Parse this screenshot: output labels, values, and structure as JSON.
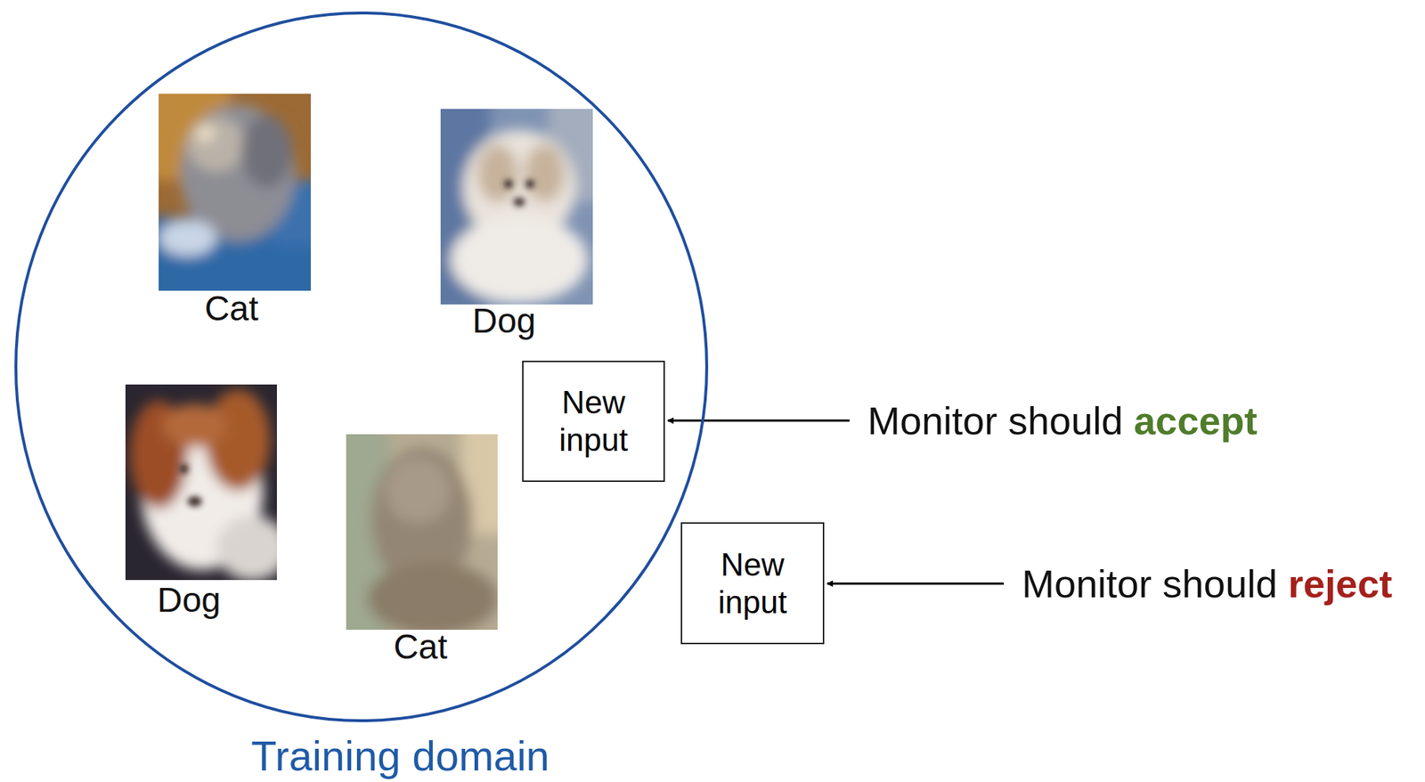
{
  "diagram": {
    "nodes": [
      {
        "text": [
          "Training domain"
        ]
      },
      {
        "text": [
          "New input"
        ],
        "in": 0
      },
      {
        "text": [
          "New input"
        ]
      }
    ],
    "labels": [
      "Cat",
      "Dog",
      "Dog",
      "Cat",
      "Monitor should",
      "accept",
      "Monitor should",
      "reject"
    ]
  }
}
